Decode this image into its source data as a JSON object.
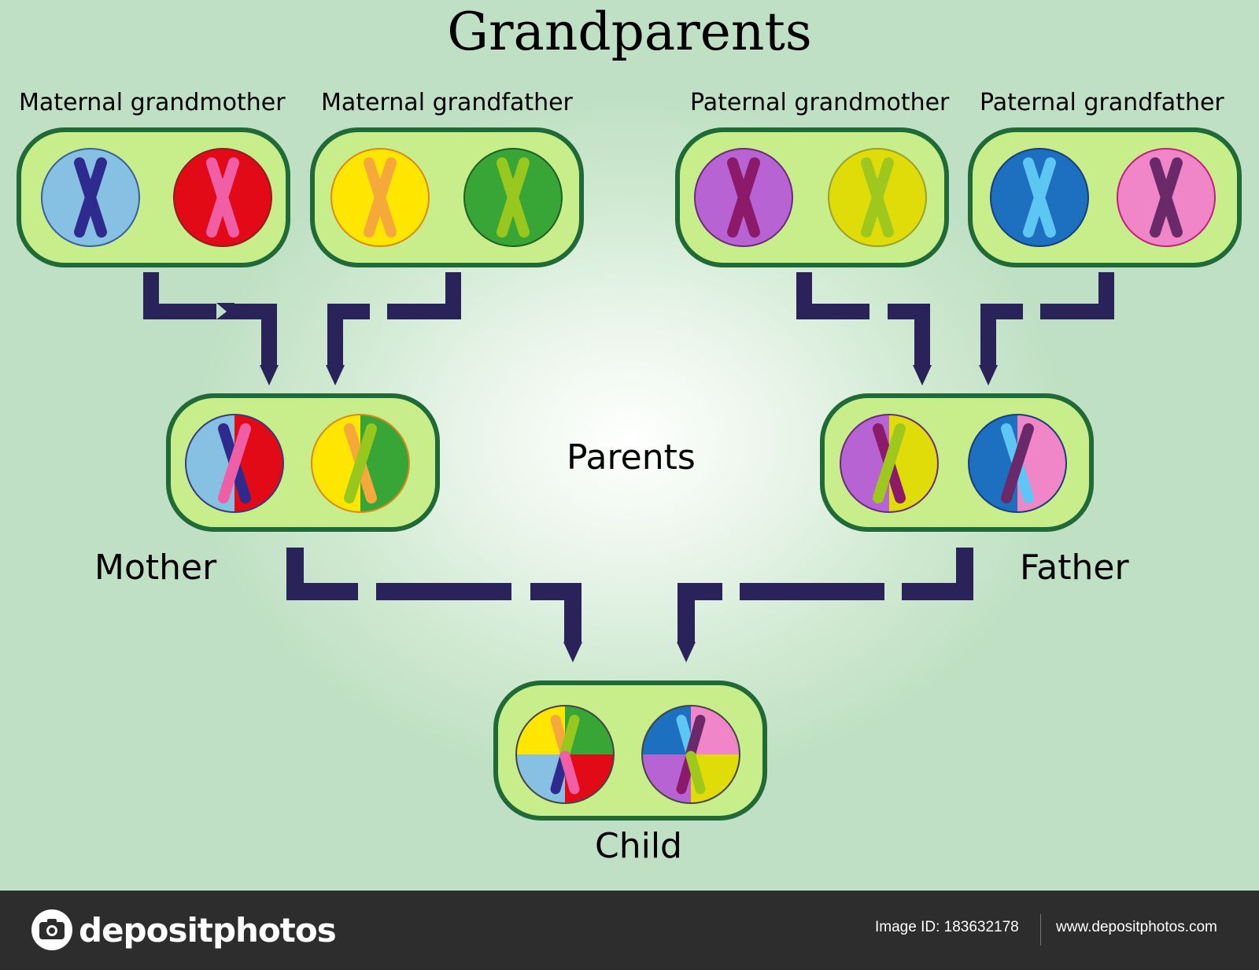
{
  "title": "Grandparents",
  "labels": {
    "maternal_grandmother": "Maternal grandmother",
    "maternal_grandfather": "Maternal grandfather",
    "paternal_grandmother": "Paternal grandmother",
    "paternal_grandfather": "Paternal grandfather",
    "parents": "Parents",
    "mother": "Mother",
    "father": "Father",
    "child": "Child"
  },
  "colors": {
    "box_fill": "#c8ee8c",
    "box_border": "#1f6a36",
    "arrow": "#292359",
    "mgm_bg": "#86c0e2",
    "mgm_x": "#2f2b8e",
    "mgm2_bg": "#e30a17",
    "mgm2_x": "#f05fa5",
    "mgf_bg": "#ffe600",
    "mgf_x": "#f5a93a",
    "mgf2_bg": "#38a636",
    "mgf2_x": "#98c81e",
    "pgm_bg": "#b863d3",
    "pgm_x": "#8c1a6a",
    "pgm2_bg": "#e0dc0a",
    "pgm2_x": "#9ec81e",
    "pgf_bg": "#1d6fc0",
    "pgf_x": "#5ec6f2",
    "pgf2_bg": "#f086c8",
    "pgf2_x": "#6a2a6a"
  },
  "footer": {
    "brand": "depositphotos",
    "image_id": "Image ID: 183632178",
    "url": "www.depositphotos.com"
  }
}
